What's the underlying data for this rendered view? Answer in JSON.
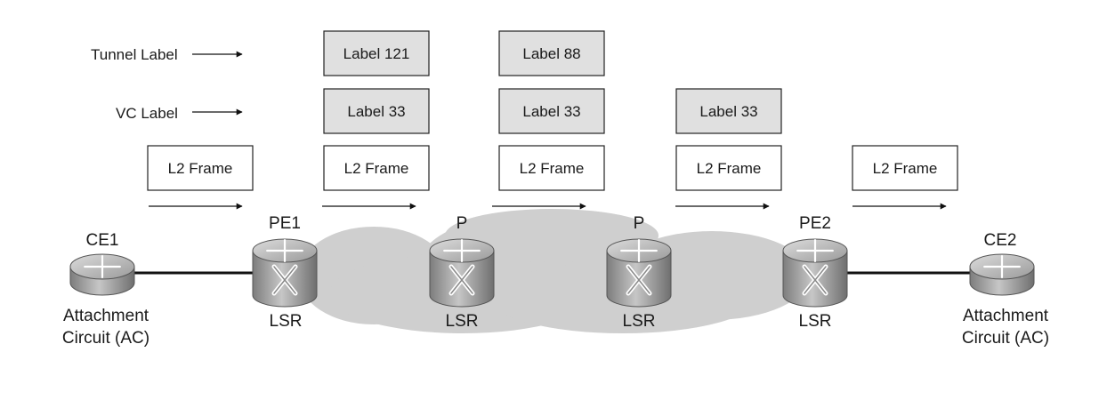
{
  "legend": {
    "tunnel_label": "Tunnel Label",
    "vc_label": "VC Label"
  },
  "stacks": [
    {
      "tunnel": "",
      "vc": "",
      "frame": "L2 Frame"
    },
    {
      "tunnel": "Label 121",
      "vc": "Label 33",
      "frame": "L2 Frame"
    },
    {
      "tunnel": "Label 88",
      "vc": "Label 33",
      "frame": "L2 Frame"
    },
    {
      "tunnel": "",
      "vc": "Label 33",
      "frame": "L2 Frame"
    },
    {
      "tunnel": "",
      "vc": "",
      "frame": "L2 Frame"
    }
  ],
  "devices": {
    "ce1": {
      "name": "CE1",
      "caption_line1": "Attachment",
      "caption_line2": "Circuit (AC)",
      "icon": "router-icon"
    },
    "pe1": {
      "name": "PE1",
      "role": "LSR",
      "icon": "label-switch-router-icon"
    },
    "p1": {
      "name": "P",
      "role": "LSR",
      "icon": "label-switch-router-icon"
    },
    "p2": {
      "name": "P",
      "role": "LSR",
      "icon": "label-switch-router-icon"
    },
    "pe2": {
      "name": "PE2",
      "role": "LSR",
      "icon": "label-switch-router-icon"
    },
    "ce2": {
      "name": "CE2",
      "caption_line1": "Attachment",
      "caption_line2": "Circuit (AC)",
      "icon": "router-icon"
    }
  },
  "colors": {
    "label_fill": "#e0e0e0",
    "frame_fill": "#ffffff",
    "cloud_fill": "#cfcfcf",
    "router_body": "#a9a9a9",
    "link": "#111111"
  }
}
